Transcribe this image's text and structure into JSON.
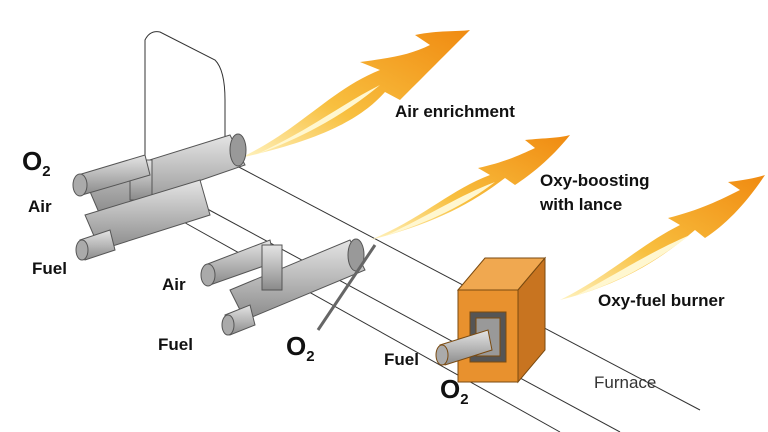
{
  "labels": {
    "o2_main": "O",
    "o2_sub": "2",
    "air": "Air",
    "fuel": "Fuel",
    "air_enrichment": "Air enrichment",
    "oxy_boosting_line1": "Oxy-boosting",
    "oxy_boosting_line2": "with lance",
    "oxy_fuel_burner": "Oxy-fuel burner",
    "furnace": "Furnace"
  },
  "colors": {
    "flame_outer": "#f5a623",
    "flame_inner": "#fde9a0",
    "burner_box": "#e8912e",
    "pipe": "#b5b5b5"
  }
}
